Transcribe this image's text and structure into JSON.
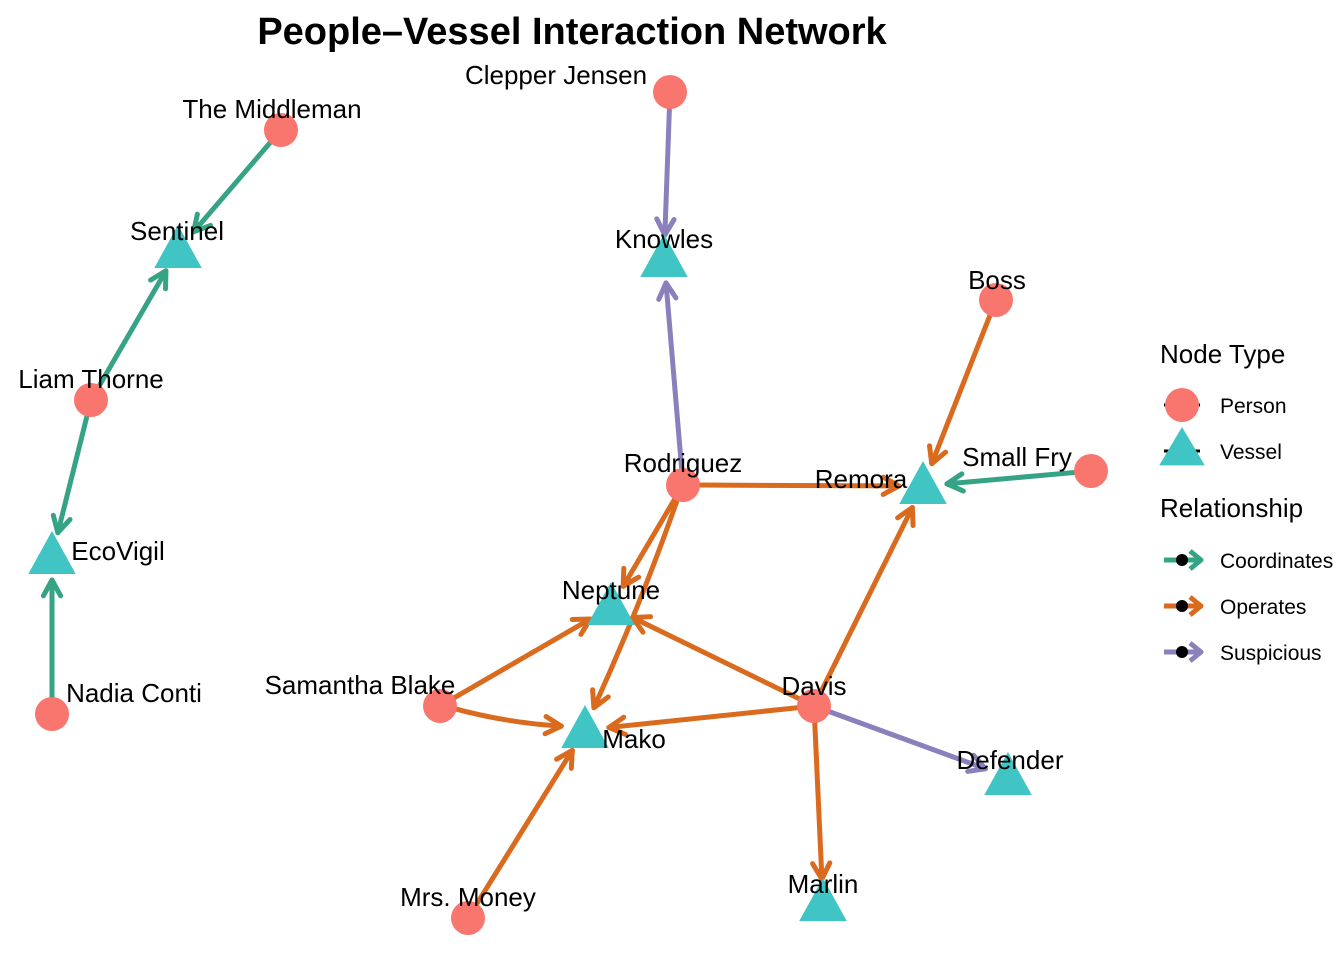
{
  "title": "People–Vessel Interaction Network",
  "colors": {
    "person": "#F8766D",
    "vessel": "#40C4C4",
    "Coordinates": "#36A386",
    "Operates": "#D96A1E",
    "Suspicious": "#8B7FBC"
  },
  "legend": {
    "node_type_title": "Node Type",
    "node_types": [
      {
        "key": "person",
        "label": "Person",
        "shape": "circle"
      },
      {
        "key": "vessel",
        "label": "Vessel",
        "shape": "triangle"
      }
    ],
    "relationship_title": "Relationship",
    "relationships": [
      {
        "key": "Coordinates",
        "label": "Coordinates"
      },
      {
        "key": "Operates",
        "label": "Operates"
      },
      {
        "key": "Suspicious",
        "label": "Suspicious"
      }
    ]
  },
  "nodes": [
    {
      "id": "The Middleman",
      "type": "person"
    },
    {
      "id": "Sentinel",
      "type": "vessel"
    },
    {
      "id": "Liam Thorne",
      "type": "person"
    },
    {
      "id": "EcoVigil",
      "type": "vessel"
    },
    {
      "id": "Nadia Conti",
      "type": "person"
    },
    {
      "id": "Clepper Jensen",
      "type": "person"
    },
    {
      "id": "Knowles",
      "type": "vessel"
    },
    {
      "id": "Boss",
      "type": "person"
    },
    {
      "id": "Small Fry",
      "type": "person"
    },
    {
      "id": "Remora",
      "type": "vessel"
    },
    {
      "id": "Rodriguez",
      "type": "person"
    },
    {
      "id": "Neptune",
      "type": "vessel"
    },
    {
      "id": "Samantha Blake",
      "type": "person"
    },
    {
      "id": "Mako",
      "type": "vessel"
    },
    {
      "id": "Davis",
      "type": "person"
    },
    {
      "id": "Defender",
      "type": "vessel"
    },
    {
      "id": "Mrs. Money",
      "type": "person"
    },
    {
      "id": "Marlin",
      "type": "vessel"
    }
  ],
  "edges": [
    {
      "from": "The Middleman",
      "to": "Sentinel",
      "type": "Coordinates"
    },
    {
      "from": "Liam Thorne",
      "to": "Sentinel",
      "type": "Coordinates"
    },
    {
      "from": "Liam Thorne",
      "to": "EcoVigil",
      "type": "Coordinates"
    },
    {
      "from": "Nadia Conti",
      "to": "EcoVigil",
      "type": "Coordinates"
    },
    {
      "from": "Clepper Jensen",
      "to": "Knowles",
      "type": "Suspicious"
    },
    {
      "from": "Rodriguez",
      "to": "Knowles",
      "type": "Suspicious"
    },
    {
      "from": "Boss",
      "to": "Remora",
      "type": "Operates"
    },
    {
      "from": "Small Fry",
      "to": "Remora",
      "type": "Coordinates"
    },
    {
      "from": "Rodriguez",
      "to": "Remora",
      "type": "Operates"
    },
    {
      "from": "Rodriguez",
      "to": "Neptune",
      "type": "Operates"
    },
    {
      "from": "Rodriguez",
      "to": "Mako",
      "type": "Operates"
    },
    {
      "from": "Samantha Blake",
      "to": "Neptune",
      "type": "Operates"
    },
    {
      "from": "Samantha Blake",
      "to": "Mako",
      "type": "Operates"
    },
    {
      "from": "Davis",
      "to": "Neptune",
      "type": "Operates"
    },
    {
      "from": "Davis",
      "to": "Mako",
      "type": "Operates"
    },
    {
      "from": "Davis",
      "to": "Remora",
      "type": "Operates"
    },
    {
      "from": "Davis",
      "to": "Defender",
      "type": "Suspicious"
    },
    {
      "from": "Davis",
      "to": "Marlin",
      "type": "Operates"
    },
    {
      "from": "Mrs. Money",
      "to": "Mako",
      "type": "Operates"
    }
  ]
}
